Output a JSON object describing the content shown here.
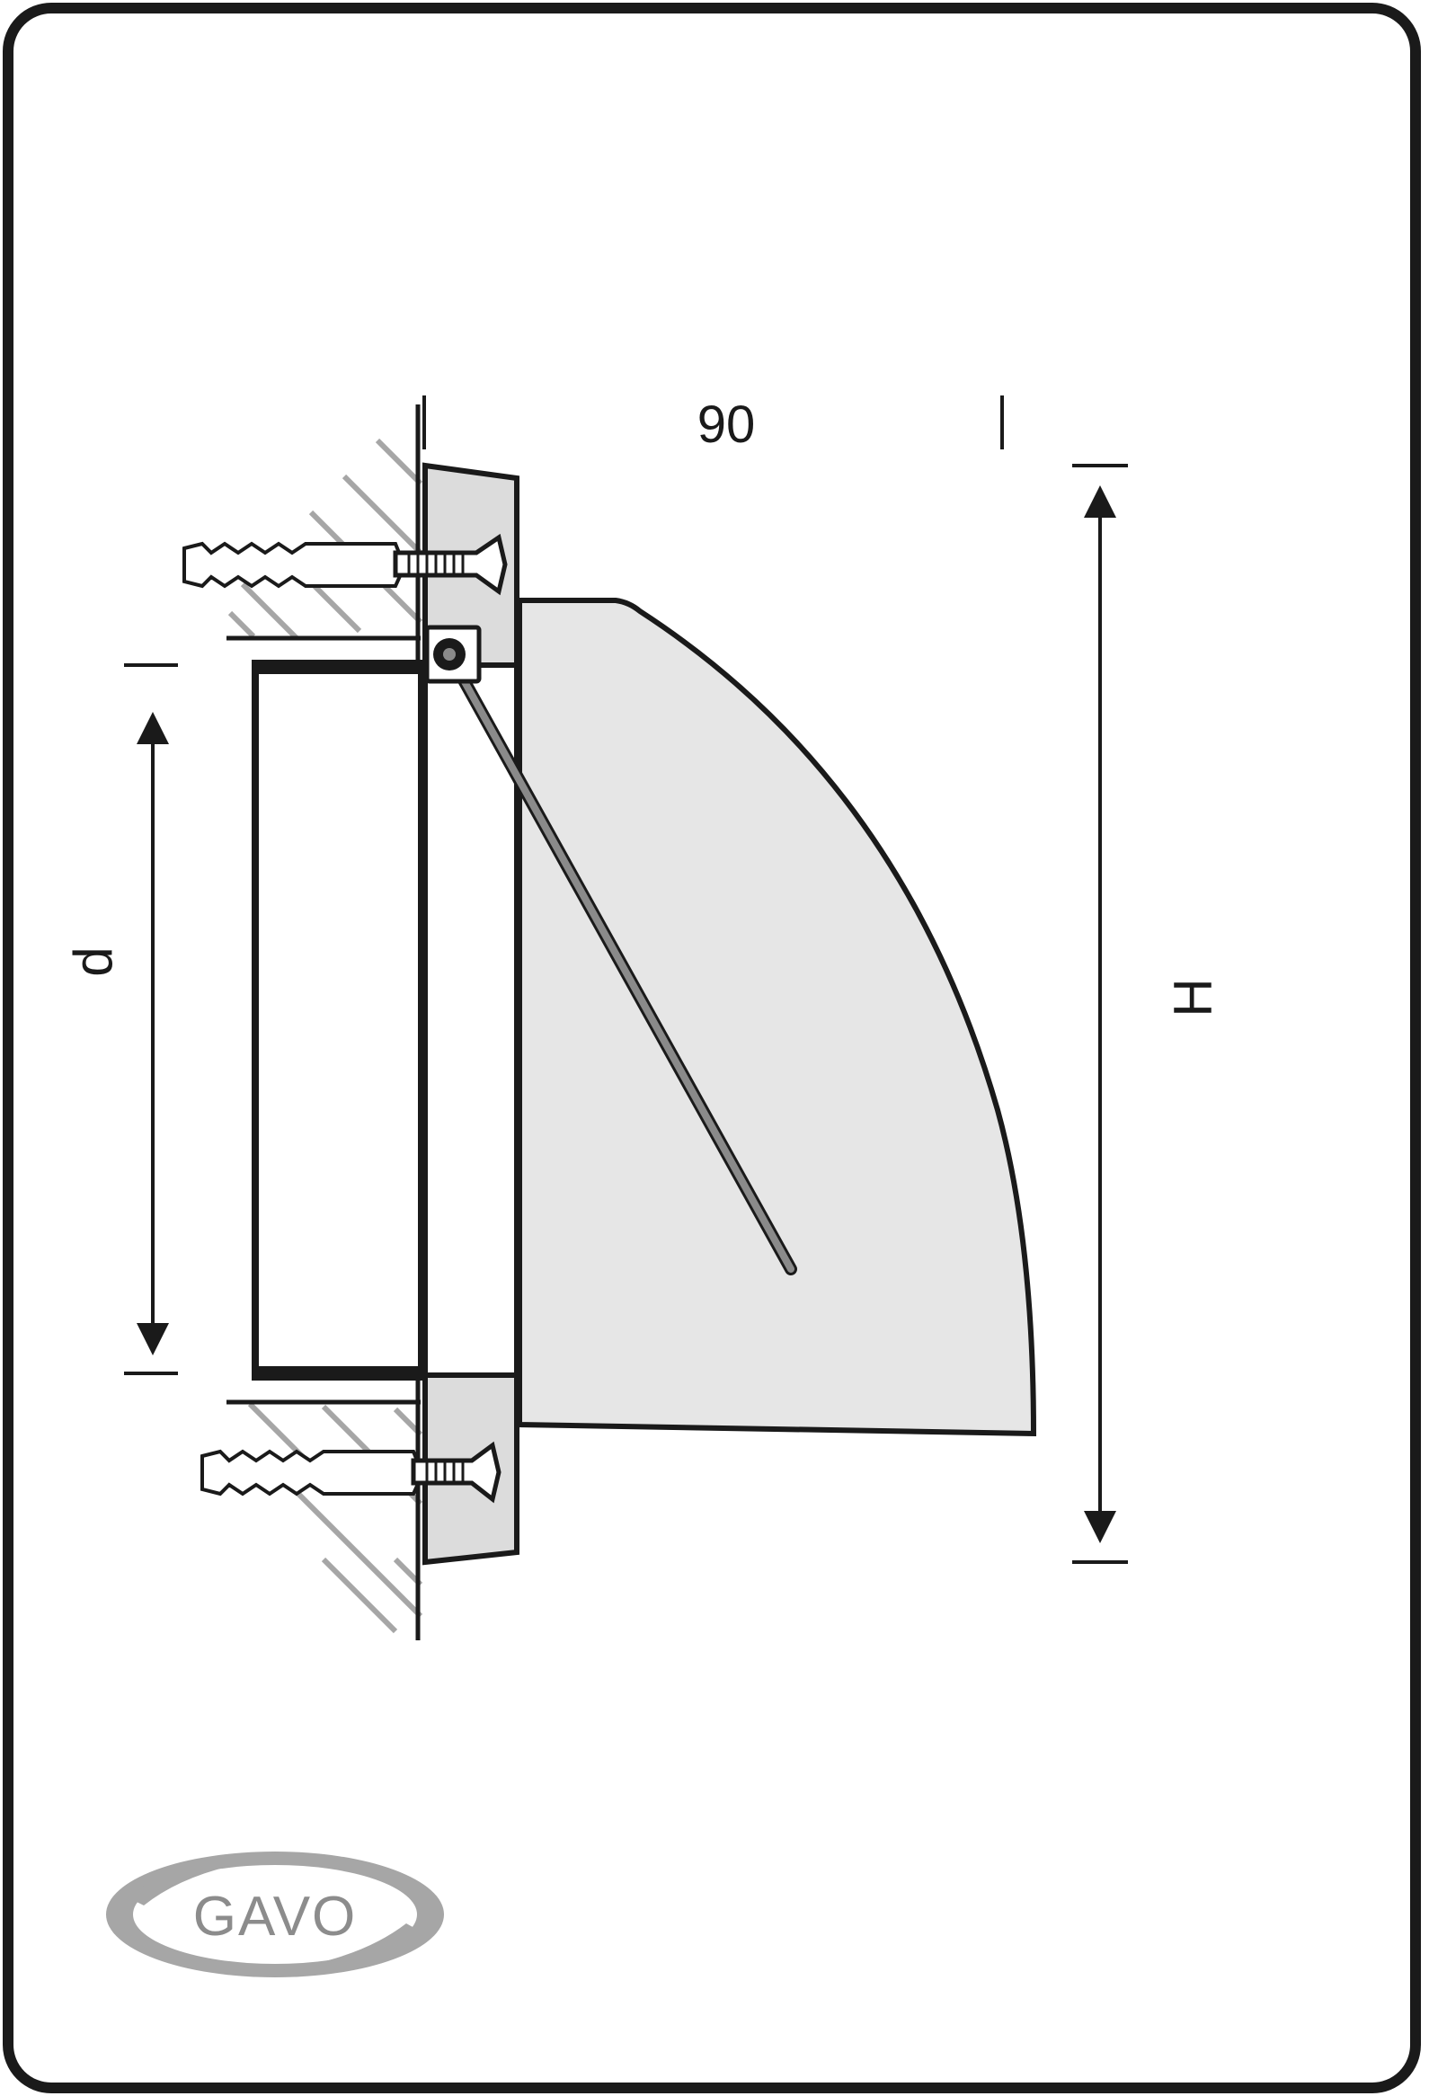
{
  "dimensions": {
    "depth_label": "90",
    "duct_label": "d",
    "height_label": "H"
  },
  "logo": {
    "text": "GAVO"
  },
  "colors": {
    "outline": "#1a1a1a",
    "hood_fill": "#e6e6e6",
    "flange_fill": "#dcdcdc",
    "wall_hatch": "#a6a6a6",
    "damper_rod": "#8a8a8a",
    "logo_gray": "#8c8c8c"
  }
}
